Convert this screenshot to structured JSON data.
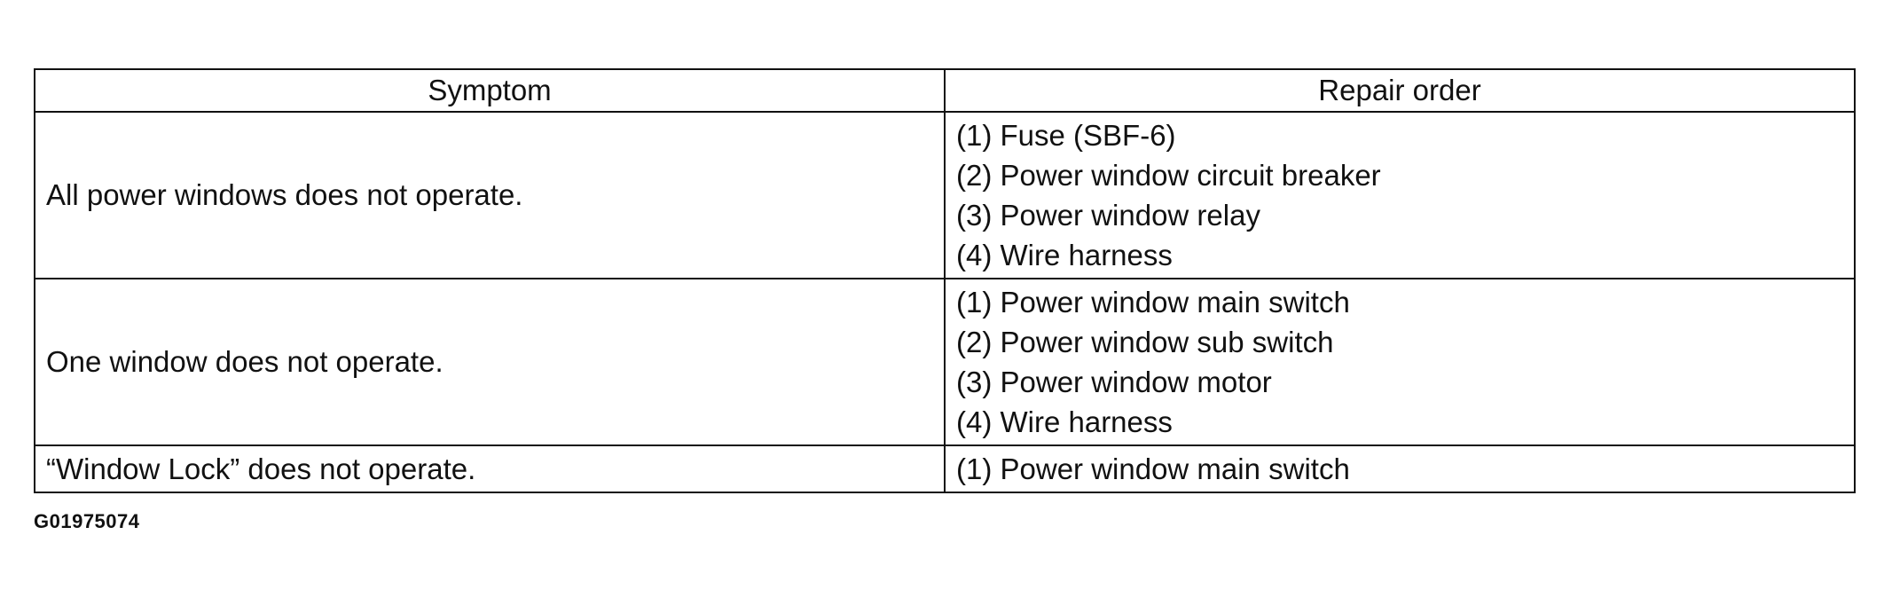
{
  "table": {
    "headers": {
      "symptom": "Symptom",
      "repair_order": "Repair order"
    },
    "rows": [
      {
        "symptom": "All power windows does not operate.",
        "steps": [
          "(1) Fuse (SBF-6)",
          "(2) Power window circuit breaker",
          "(3) Power window relay",
          "(4) Wire harness"
        ]
      },
      {
        "symptom": "One window does not operate.",
        "steps": [
          "(1) Power window main switch",
          "(2) Power window sub switch",
          "(3) Power window motor",
          "(4) Wire harness"
        ]
      },
      {
        "symptom": "“Window Lock” does not operate.",
        "steps": [
          "(1) Power window main switch"
        ]
      }
    ]
  },
  "figure_code": "G01975074"
}
